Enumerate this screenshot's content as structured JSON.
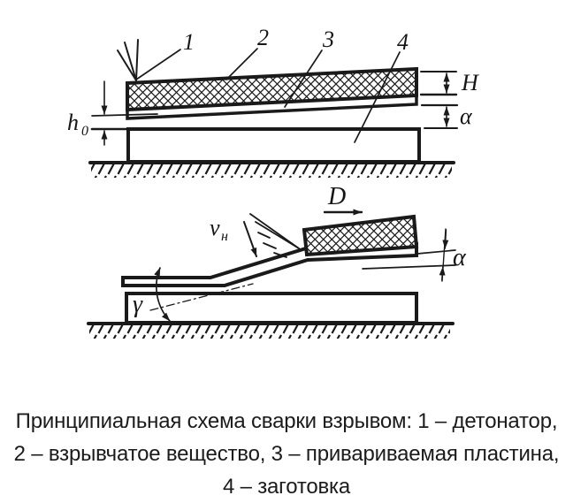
{
  "figure": {
    "caption": {
      "line1": "Принципиальная схема сварки взрывом: 1 – детонатор,",
      "line2": "2 – взрывчатое вещество, 3 – привариваемая пластина,",
      "line3": "4 – заготовка"
    },
    "top_diagram": {
      "label_1": "1",
      "label_2": "2",
      "label_3": "3",
      "label_4": "4",
      "dim_H": "H",
      "dim_alpha": "α",
      "dim_h": "h",
      "dim_h_sub": "0"
    },
    "bottom_diagram": {
      "label_D": "D",
      "label_v": "v",
      "label_v_sub": "н",
      "dim_alpha": "α",
      "dim_gamma": "γ"
    },
    "colors": {
      "line": "#1a1a1a",
      "background": "#ffffff"
    }
  }
}
